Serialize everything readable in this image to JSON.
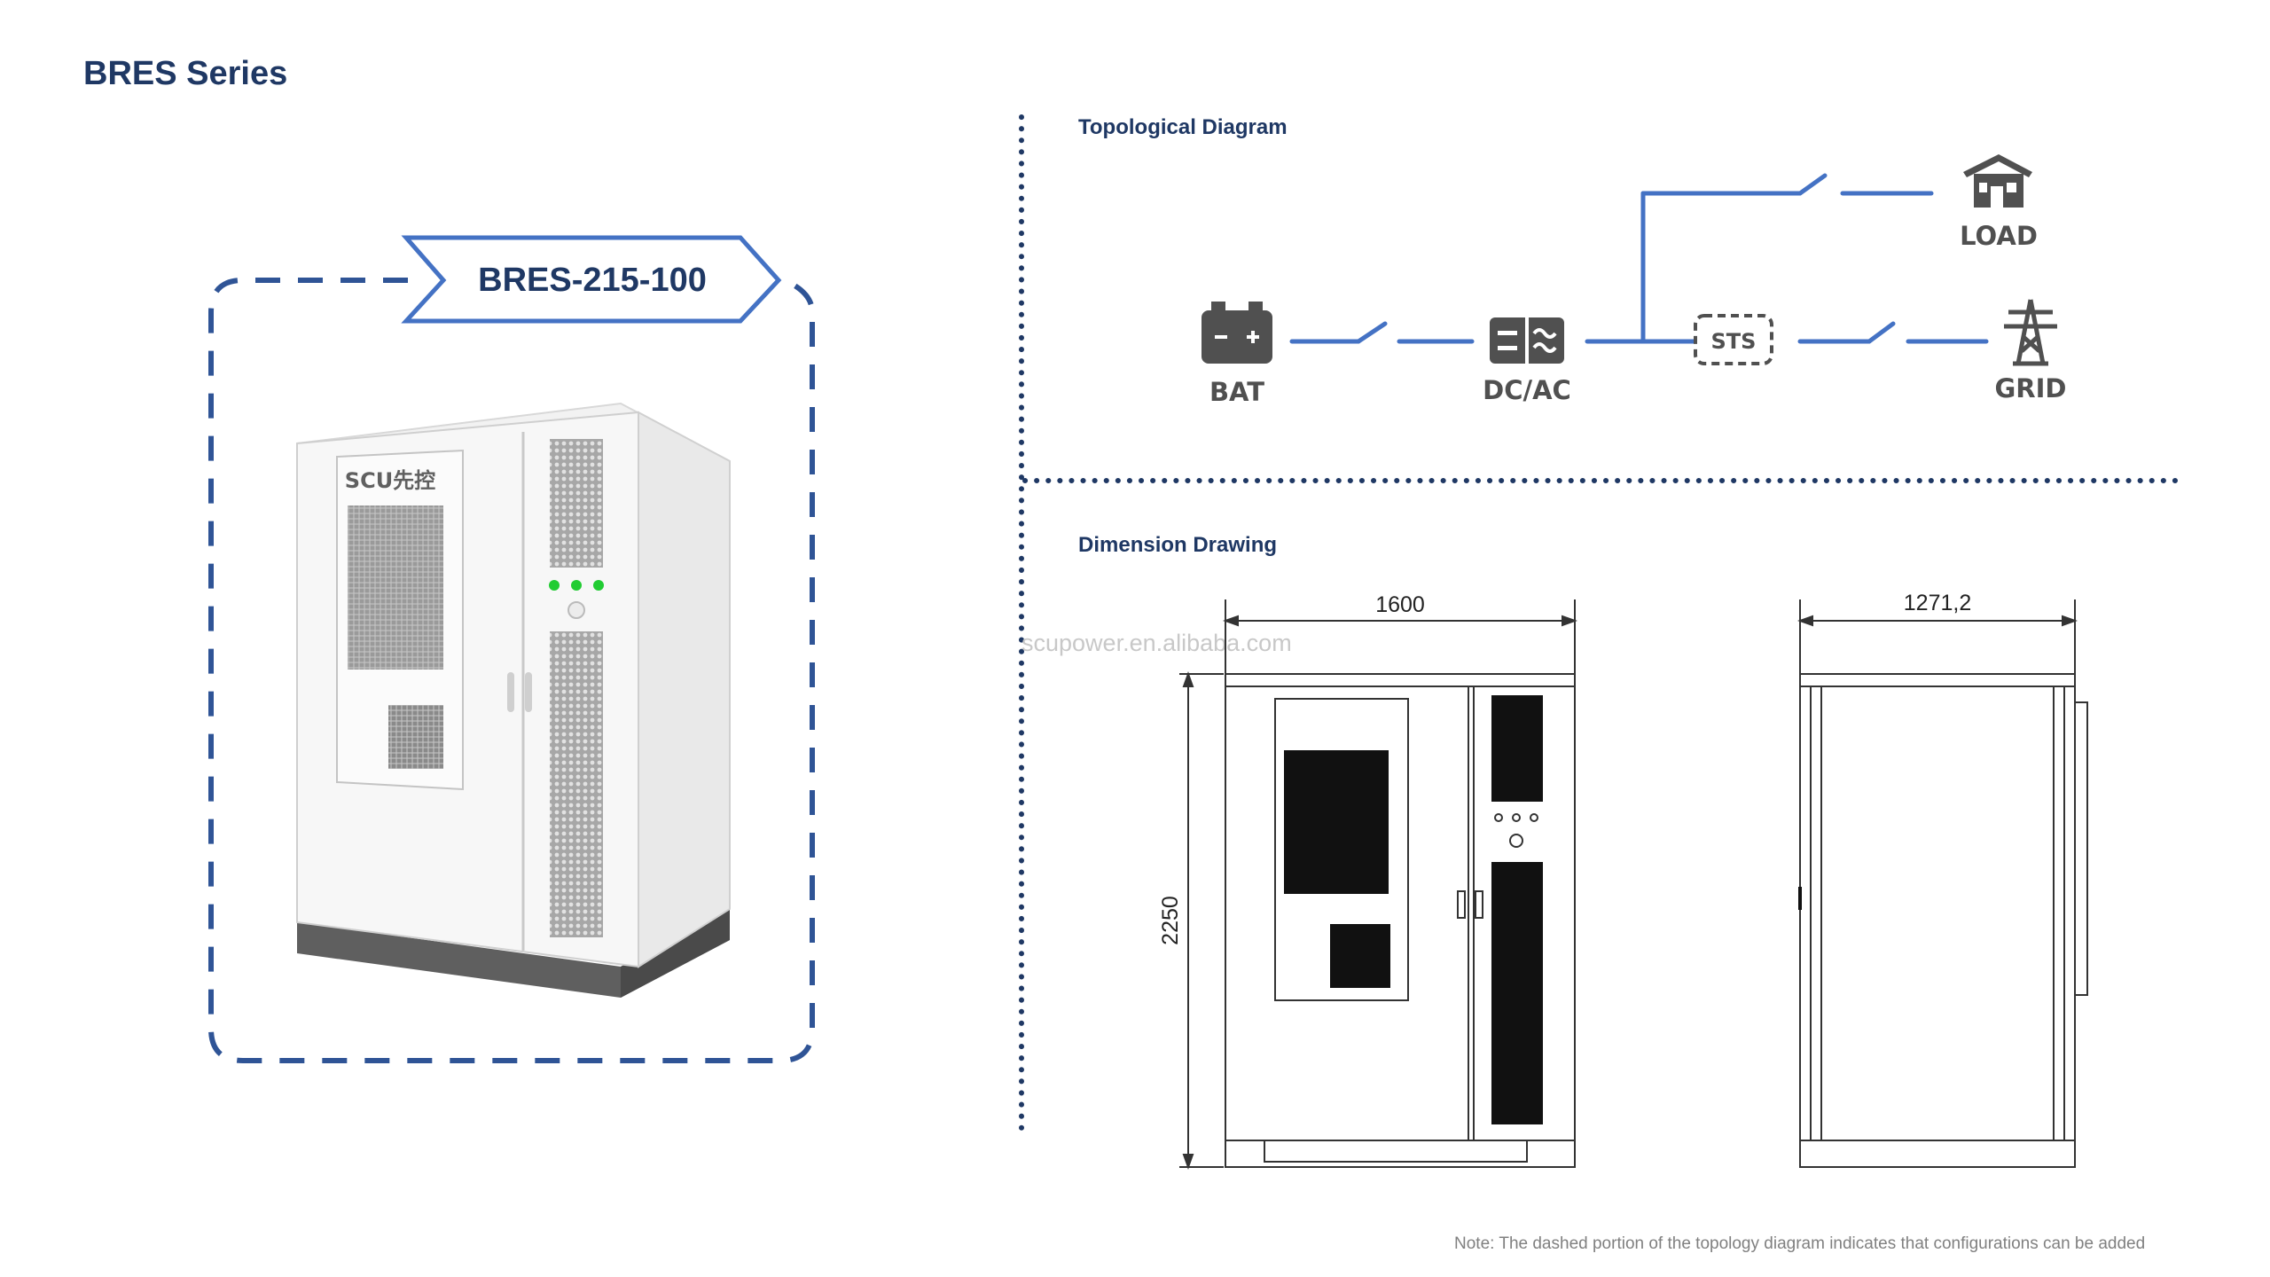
{
  "title": "BRES Series",
  "product": {
    "model": "BRES-215-100",
    "logo_text": "SCU先控"
  },
  "topology": {
    "heading": "Topological Diagram",
    "nodes": {
      "bat": "BAT",
      "dcac": "DC/AC",
      "sts": "STS",
      "load": "LOAD",
      "grid": "GRID"
    },
    "line_color": "#4472c4"
  },
  "dimension": {
    "heading": "Dimension Drawing",
    "width": "1600",
    "height": "2250",
    "depth": "1271,2"
  },
  "watermark": "scupower.en.alibaba.com",
  "note": "Note: The dashed portion of the topology diagram indicates that configurations can be added",
  "colors": {
    "title": "#1f3864",
    "accent": "#2f5496",
    "divider": "#1f3864"
  }
}
